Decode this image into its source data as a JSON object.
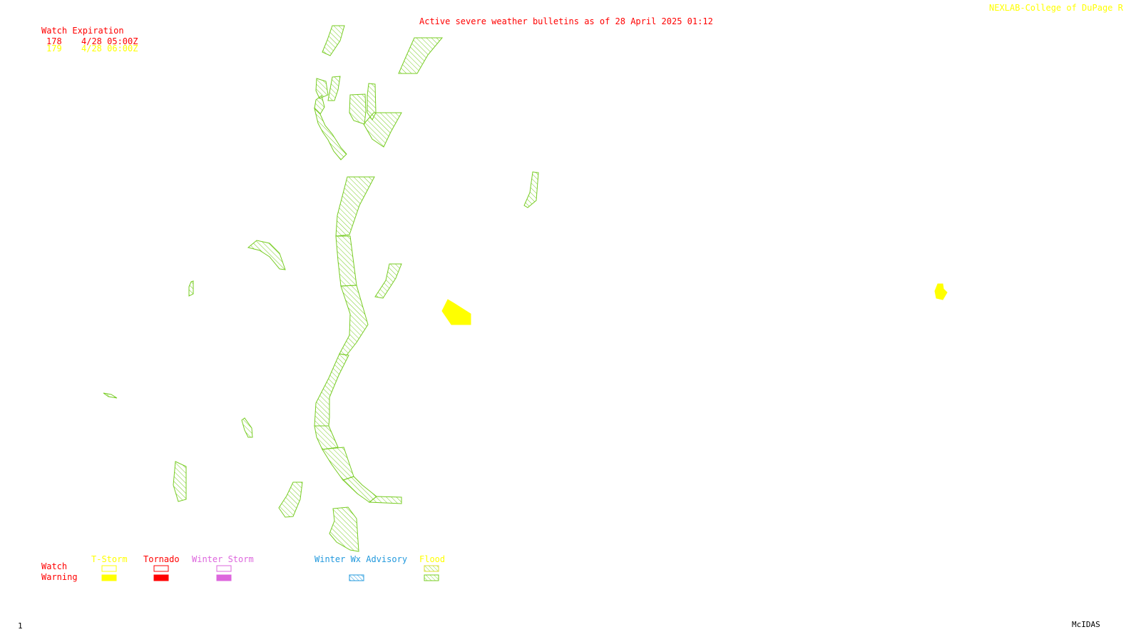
{
  "header": {
    "credit": "NEXLAB-College of DuPage R",
    "bulletin_title": "Active severe weather bulletins as of 28 April 2025 01:12"
  },
  "watch_table": {
    "heading": "Watch Expiration",
    "rows": [
      {
        "id": "178",
        "expires": "4/28 05:00Z",
        "color": "#ff0000"
      },
      {
        "id": "179",
        "expires": "4/28 06:00Z",
        "color": "#ffff00"
      }
    ]
  },
  "legend": {
    "row_labels": {
      "watch": "Watch",
      "warning": "Warning"
    },
    "categories": [
      {
        "label": "T-Storm",
        "color": "#ffff00",
        "watch_style": "outline",
        "warning_style": "solid"
      },
      {
        "label": "Tornado",
        "color": "#ff0000",
        "watch_style": "outline",
        "warning_style": "solid"
      },
      {
        "label": "Winter Storm",
        "color": "#dd66dd",
        "watch_style": "outline",
        "warning_style": "solid"
      },
      {
        "label": "Winter Wx Advisory",
        "color": "#2299dd",
        "watch_style": "none",
        "warning_style": "hatched"
      },
      {
        "label": "Flood",
        "color": "#88dd33",
        "watch_style": "hatched-yellow",
        "warning_style": "hatched"
      }
    ]
  },
  "footer": {
    "frame_number": "1",
    "software": "McIDAS"
  },
  "warnings": {
    "flood_color": "#77cc22",
    "tstorm_color": "#ffff00",
    "flood_warning_count": 28,
    "tstorm_warning_count": 2
  }
}
